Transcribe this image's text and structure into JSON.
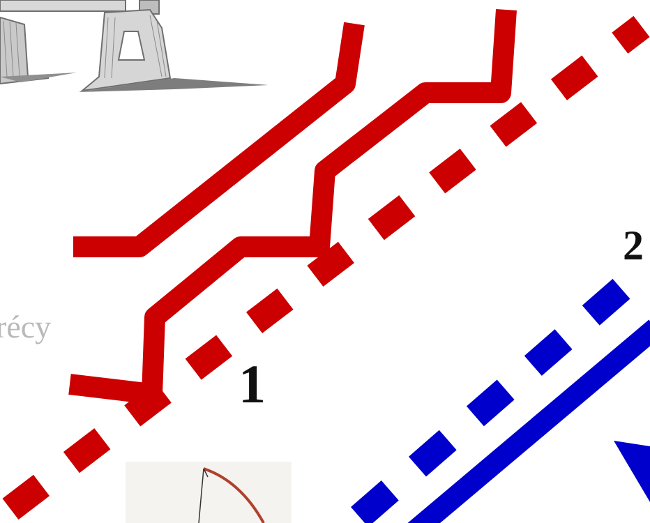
{
  "labels": {
    "unit_1": "1",
    "unit_2": "2",
    "place_name": "récy"
  },
  "colors": {
    "red": "#cc0000",
    "blue": "#0000cc",
    "label": "#111111",
    "place_text": "#b9b9b9",
    "engraving_stroke": "#6f6f6f",
    "engraving_fill": "#d2d2d2",
    "paper": "#f4f3ef",
    "bow": "#b0402c"
  },
  "icons": {
    "top_left": "siege-engine-engraving-icon",
    "bottom_left": "longbow-sketch-icon",
    "blue_arrow": "arrowhead-icon"
  }
}
